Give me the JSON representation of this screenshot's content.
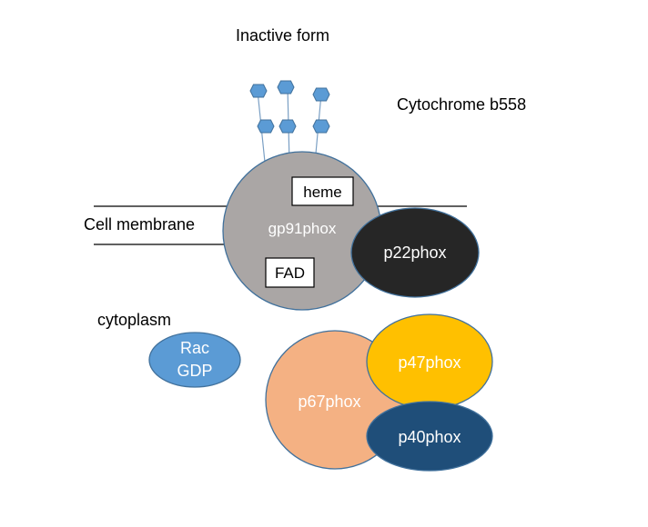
{
  "labels": {
    "title": "Inactive form",
    "cytochrome": "Cytochrome b558",
    "membrane": "Cell membrane",
    "cytoplasm": "cytoplasm"
  },
  "proteins": {
    "gp91": "gp91phox",
    "heme": "heme",
    "fad": "FAD",
    "p22": "p22phox",
    "rac_line1": "Rac",
    "rac_line2": "GDP",
    "p67": "p67phox",
    "p47": "p47phox",
    "p40": "p40phox"
  },
  "colors": {
    "gp91_fill": "#aaa6a5",
    "outline": "#41719c",
    "p22_fill": "#262626",
    "rac_fill": "#5b9bd5",
    "p67_fill": "#f4b183",
    "p47_fill": "#ffc000",
    "p40_fill": "#1f4e79",
    "glycan_fill": "#5b9bd5",
    "membrane_line": "#000000"
  }
}
